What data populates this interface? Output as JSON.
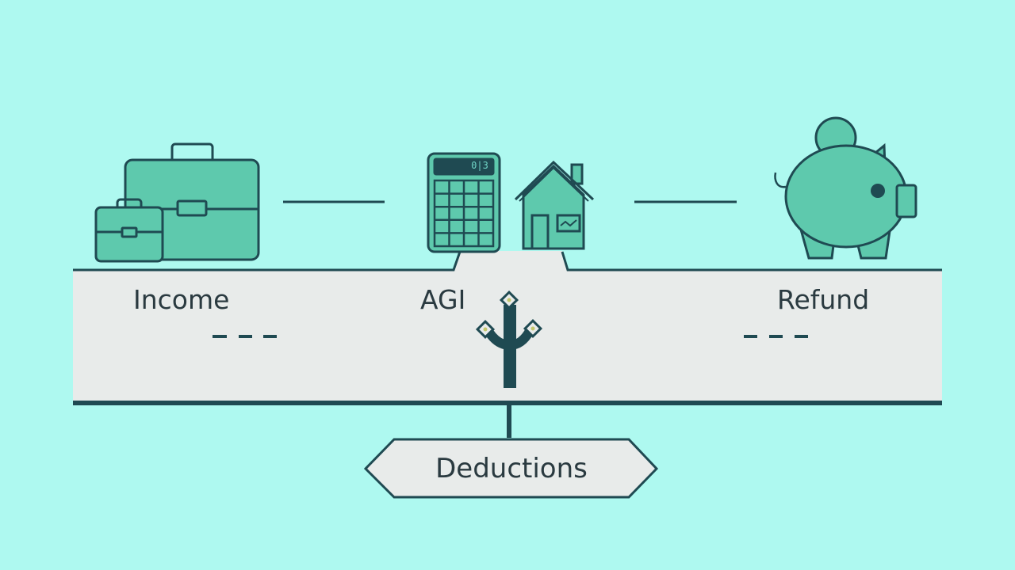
{
  "colors": {
    "background": "#aef9f0",
    "panel": "#e8ebea",
    "icon_fill": "#5ec9ad",
    "stroke": "#1f4a52",
    "text": "#2a3a40"
  },
  "nodes": {
    "income": {
      "label": "Income",
      "icon": "briefcase-icon"
    },
    "agi": {
      "label": "AGI",
      "icons": [
        "calculator-icon",
        "house-icon"
      ],
      "calculator_display": "0|3"
    },
    "refund": {
      "label": "Refund",
      "icon": "piggy-bank-icon"
    }
  },
  "deductions": {
    "label": "Deductions",
    "icon": "branching-signpost-icon"
  }
}
